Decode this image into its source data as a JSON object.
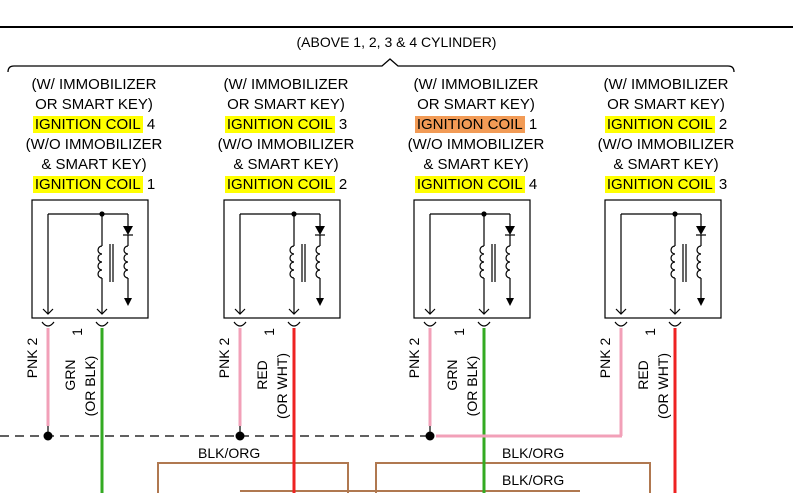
{
  "header": "(ABOVE 1, 2, 3 & 4 CYLINDER)",
  "coils": [
    {
      "lines_top": [
        "(W/ IMMOBILIZER",
        "OR SMART KEY)"
      ],
      "coil_a": {
        "text": "IGNITION COIL",
        "num": " 4"
      },
      "lines_mid": [
        "(W/O IMMOBILIZER",
        "& SMART KEY)"
      ],
      "coil_b": {
        "text": "IGNITION COIL",
        "num": " 1"
      },
      "pin2": "PNK 2",
      "pin1": "1",
      "wire1": "GRN",
      "wire1_alt": "(OR BLK)"
    },
    {
      "lines_top": [
        "(W/ IMMOBILIZER",
        "OR SMART KEY)"
      ],
      "coil_a": {
        "text": "IGNITION COIL",
        "num": " 3"
      },
      "lines_mid": [
        "(W/O IMMOBILIZER",
        "& SMART KEY)"
      ],
      "coil_b": {
        "text": "IGNITION COIL",
        "num": " 2"
      },
      "pin2": "PNK 2",
      "pin1": "1",
      "wire1": "RED",
      "wire1_alt": "(OR WHT)"
    },
    {
      "lines_top": [
        "(W/ IMMOBILIZER",
        "OR SMART KEY)"
      ],
      "coil_a": {
        "text": "IGNITION COIL",
        "num": " 1"
      },
      "lines_mid": [
        "(W/O IMMOBILIZER",
        "& SMART KEY)"
      ],
      "coil_b": {
        "text": "IGNITION COIL",
        "num": " 4"
      },
      "pin2": "PNK 2",
      "pin1": "1",
      "wire1": "GRN",
      "wire1_alt": "(OR BLK)"
    },
    {
      "lines_top": [
        "(W/ IMMOBILIZER",
        "OR SMART KEY)"
      ],
      "coil_a": {
        "text": "IGNITION COIL",
        "num": " 2"
      },
      "lines_mid": [
        "(W/O IMMOBILIZER",
        "& SMART KEY)"
      ],
      "coil_b": {
        "text": "IGNITION COIL",
        "num": " 3"
      },
      "pin2": "PNK 2",
      "pin1": "1",
      "wire1": "RED",
      "wire1_alt": "(OR WHT)"
    }
  ],
  "bus_labels": [
    "BLK/ORG",
    "BLK/ORG",
    "BLK/ORG"
  ],
  "colors": {
    "highlight": "#ffff00",
    "highlight_selected": "#f29b56",
    "wire_pink": "#f2a0b8",
    "wire_green": "#33aa22",
    "wire_red": "#ee2222",
    "bus_brown": "#b07850"
  }
}
